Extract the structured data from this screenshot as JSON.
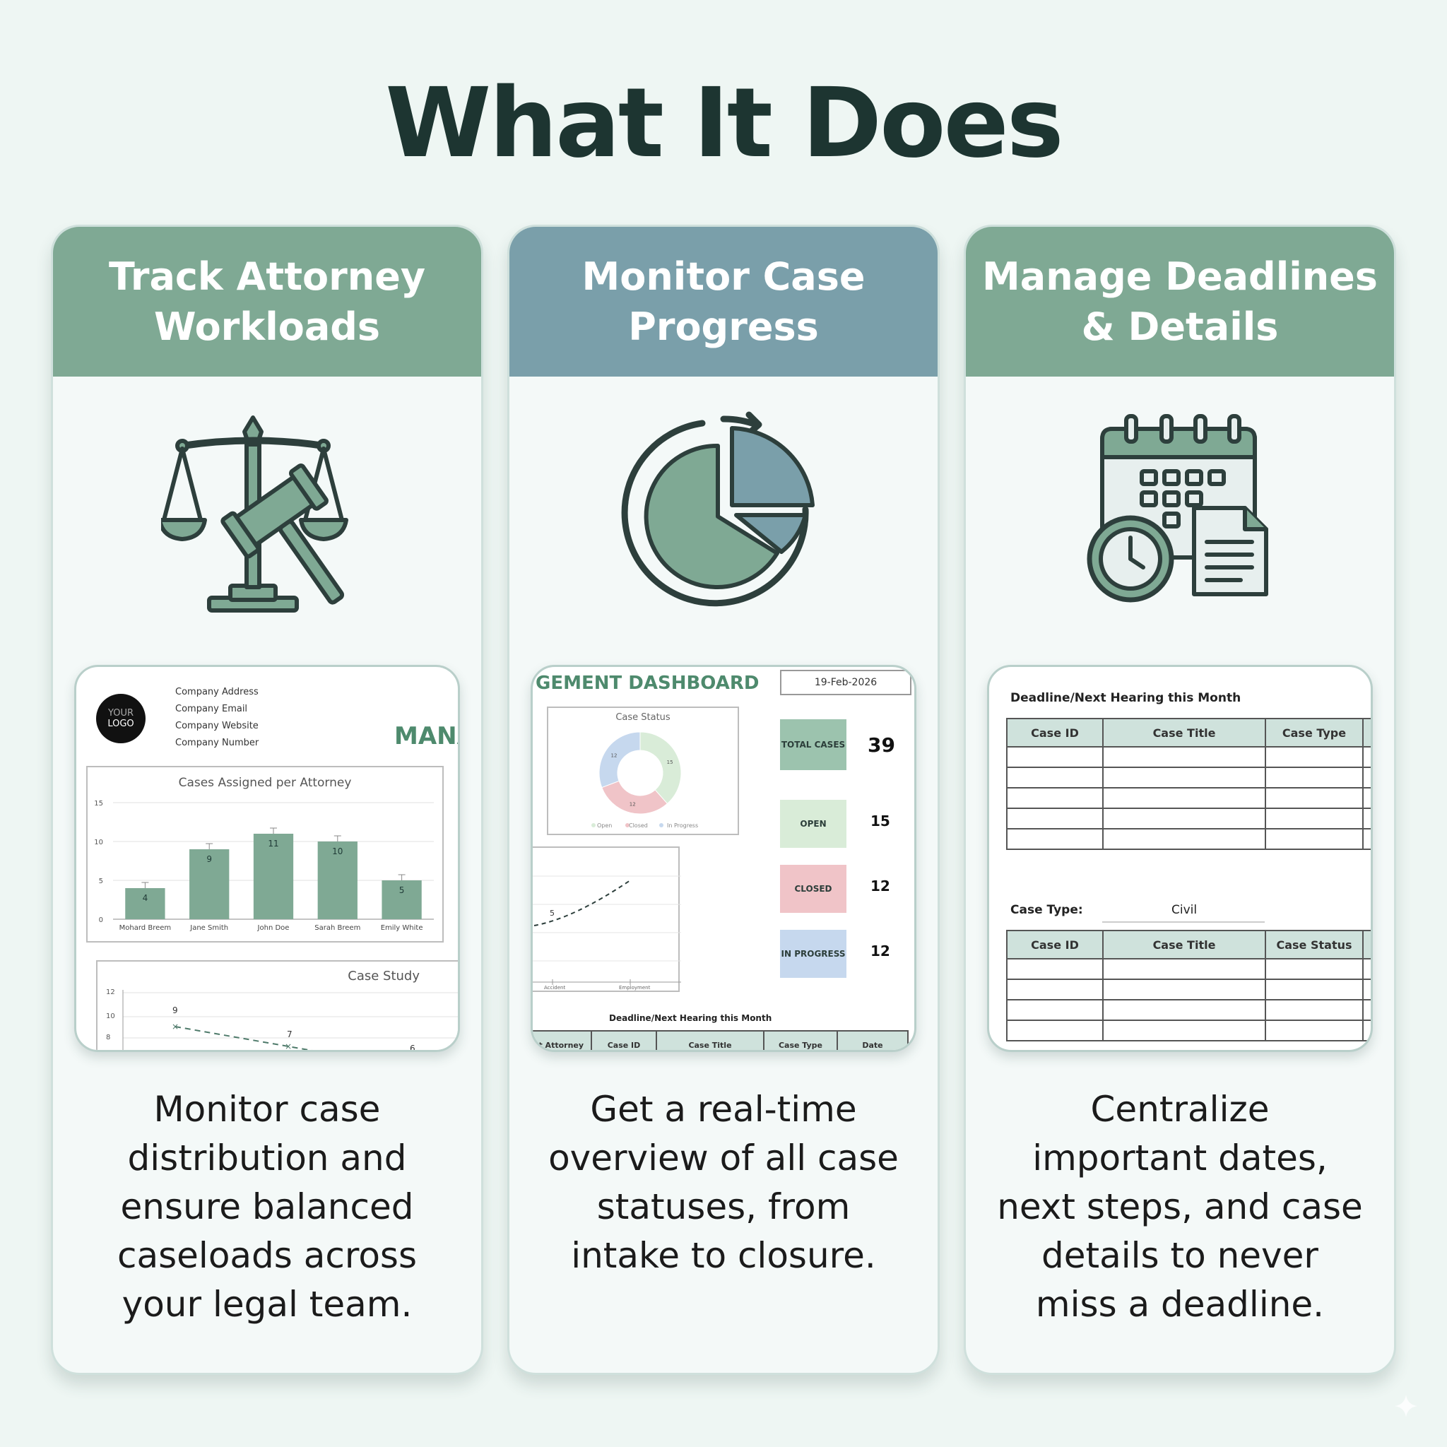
{
  "title": "What It Does",
  "cards": [
    {
      "header_lines": [
        "Track Attorney",
        "Workloads"
      ],
      "icon": "scales-gavel-icon",
      "desc_lines": [
        "Monitor case",
        "distribution and",
        "ensure balanced",
        "caseloads across",
        "your legal team."
      ],
      "preview": {
        "logo_lines": [
          "YOUR",
          "LOGO"
        ],
        "company": [
          "Company Address",
          "Company Email",
          "Company Website",
          "Company Number"
        ],
        "brand_fragment": "MANA",
        "chart": {
          "title": "Cases Assigned per Attorney",
          "type": "bar",
          "categories": [
            "Mohard Breem",
            "Jane Smith",
            "John Doe",
            "Sarah Breem",
            "Emily White"
          ],
          "values": [
            4,
            9,
            11,
            10,
            5
          ],
          "ylim": [
            0,
            15
          ],
          "yticks": [
            "0",
            "5",
            "10",
            "15"
          ]
        },
        "chart2": {
          "title": "Case Study",
          "yticks": [
            "8",
            "10",
            "12"
          ],
          "labels": [
            "9",
            "7",
            "6"
          ]
        }
      }
    },
    {
      "header_lines": [
        "Monitor Case",
        "Progress"
      ],
      "icon": "pie-progress-icon",
      "desc_lines": [
        "Get a real-time",
        "overview of all case",
        "statuses, from",
        "intake to closure."
      ],
      "preview": {
        "heading_fragment": "GEMENT DASHBOARD",
        "date": "19-Feb-2026",
        "donut": {
          "title": "Case Status",
          "type": "pie",
          "labels": [
            "Open",
            "Closed",
            "In Progress"
          ],
          "values": [
            15,
            12,
            12
          ],
          "value_labels": [
            "15",
            "12",
            "12"
          ]
        },
        "kpis": [
          {
            "label": "TOTAL CASES",
            "value": "39"
          },
          {
            "label": "OPEN",
            "value": "15"
          },
          {
            "label": "CLOSED",
            "value": "12"
          },
          {
            "label": "IN PROGRESS",
            "value": "12"
          }
        ],
        "line": {
          "point_label": "5",
          "x_labels": [
            "Accident",
            "Employment"
          ]
        },
        "section_title": "Deadline/Next Hearing this Month",
        "table_headers": [
          "ct Attorney",
          "Case ID",
          "Case Title",
          "Case Type",
          "Date"
        ]
      }
    },
    {
      "header_lines": [
        "Manage Deadlines",
        "& Details"
      ],
      "icon": "calendar-clock-document-icon",
      "desc_lines": [
        "Centralize",
        "important dates,",
        "next steps, and case",
        "details to never",
        "miss a deadline."
      ],
      "preview": {
        "section_title": "Deadline/Next Hearing this Month",
        "table1_headers": [
          "Case ID",
          "Case Title",
          "Case Type"
        ],
        "case_type_label": "Case Type:",
        "case_type_value": "Civil",
        "table2_headers": [
          "Case ID",
          "Case Title",
          "Case Status"
        ]
      }
    }
  ],
  "colors": {
    "green_header": "#7fa994",
    "blue_header": "#7a9faa",
    "icon_green": "#7fa994",
    "icon_blue": "#7a9faa",
    "icon_outline": "#2d3f3c",
    "background": "#eef6f3"
  }
}
